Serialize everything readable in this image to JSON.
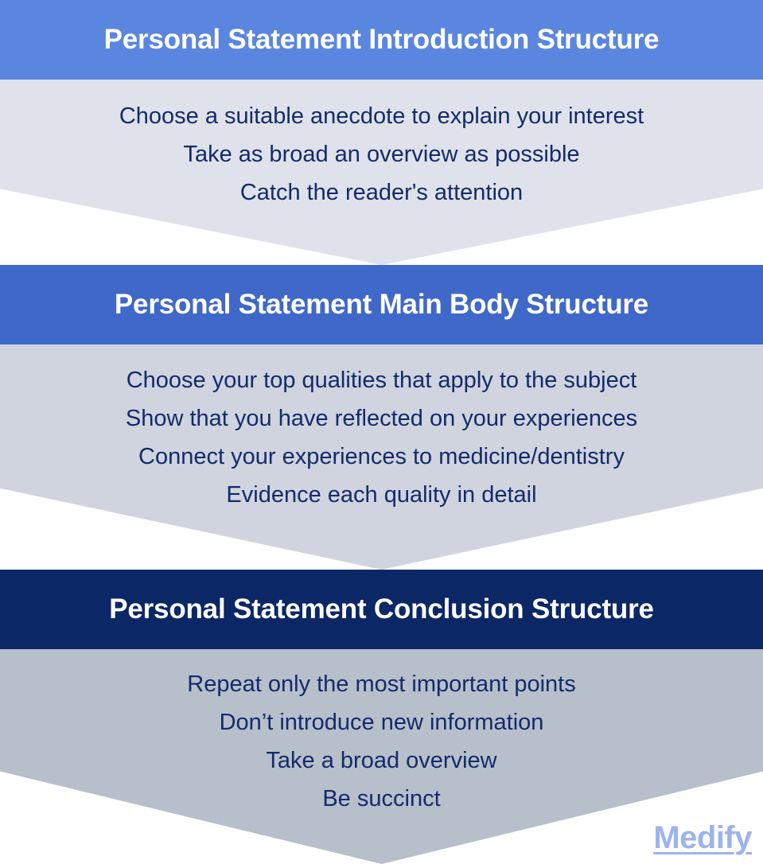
{
  "sections": [
    {
      "title": "Personal Statement Introduction Structure",
      "points": [
        "Choose a suitable anecdote to explain your interest",
        "Take as broad an overview as possible",
        "Catch the reader's attention"
      ]
    },
    {
      "title": "Personal Statement Main Body Structure",
      "points": [
        "Choose your top qualities that apply to the subject",
        "Show that you have reflected on your experiences",
        "Connect your experiences to medicine/dentistry",
        "Evidence each quality in detail"
      ]
    },
    {
      "title": "Personal Statement Conclusion Structure",
      "points": [
        "Repeat only the most important points",
        "Don’t introduce new information",
        "Take a broad overview",
        "Be succinct"
      ]
    }
  ],
  "brand": {
    "logo_text": "Medify"
  },
  "colors": {
    "banner_intro": "#5a86df",
    "banner_body": "#3f68c8",
    "banner_conclusion": "#0c2766",
    "panel_intro": "#dfe2ea",
    "panel_body": "#d0d4df",
    "panel_conclusion": "#b7bfcb",
    "text": "#132b6a",
    "logo": "#9db3ee"
  }
}
